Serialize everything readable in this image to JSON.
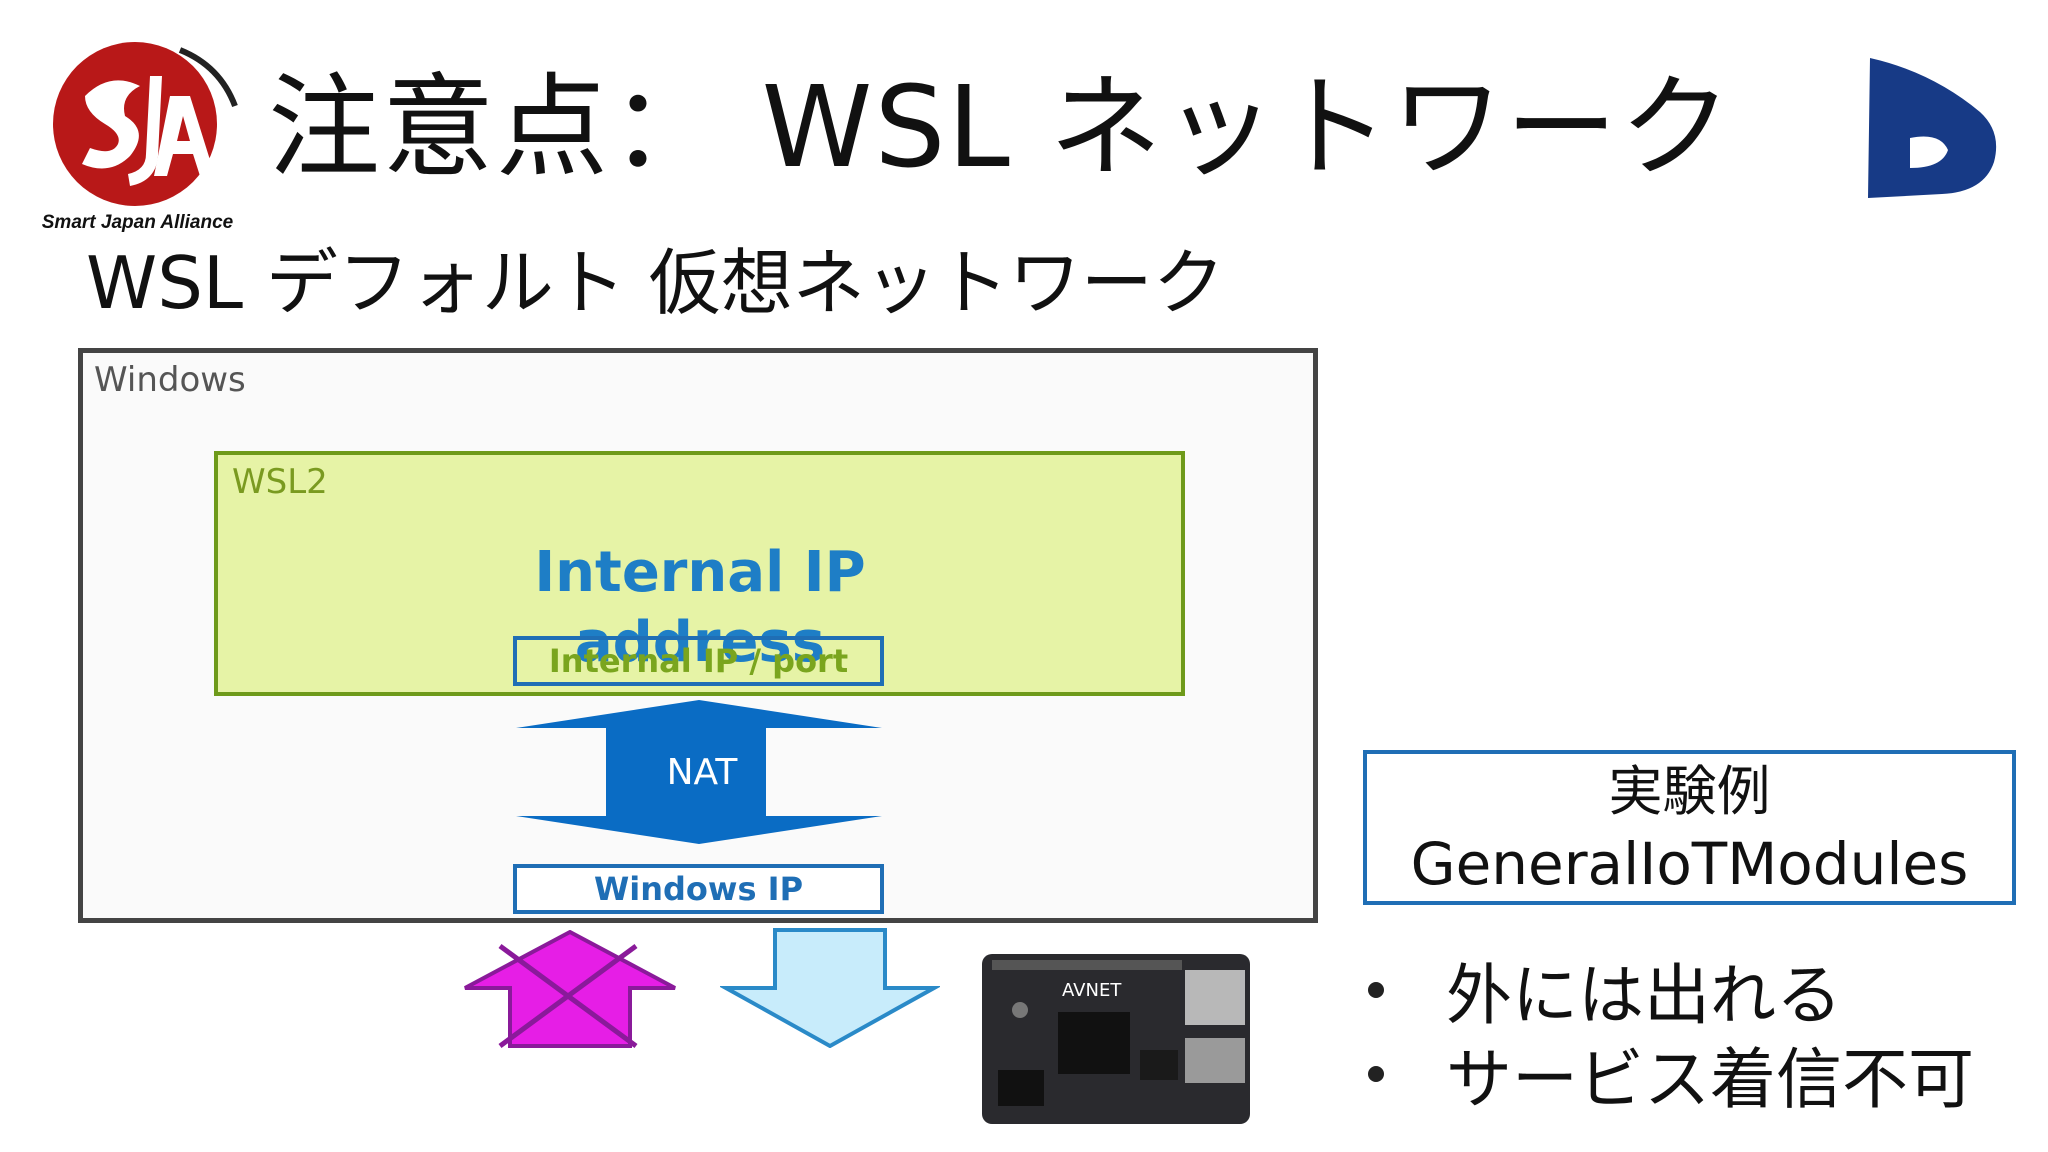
{
  "header": {
    "title": "注意点： WSL ネットワーク",
    "logo_left_text": "Smart Japan Alliance",
    "logo_left_mark": "SJA",
    "logo_right_icon": "d-logo-icon"
  },
  "subtitle": "WSL デフォルト 仮想ネットワーク",
  "diagram": {
    "windows_label": "Windows",
    "wsl_label": "WSL2",
    "internal_ip_label": "Internal IP address",
    "port_label": "Internal IP / port",
    "nat_label": "NAT",
    "windows_ip_label": "Windows IP",
    "board_label": "AVNET",
    "colors": {
      "windows_border": "#444444",
      "wsl_fill": "#e6f3a6",
      "wsl_border": "#6e9a1a",
      "blue": "#1f6eb5",
      "nat_arrow": "#0a6cc4",
      "blocked_arrow": "#e61ee6",
      "allowed_arrow": "#c8ecfb"
    }
  },
  "example": {
    "title": "実験例",
    "name": "GeneralIoTModules"
  },
  "bullets": [
    "外には出れる",
    "サービス着信不可"
  ]
}
